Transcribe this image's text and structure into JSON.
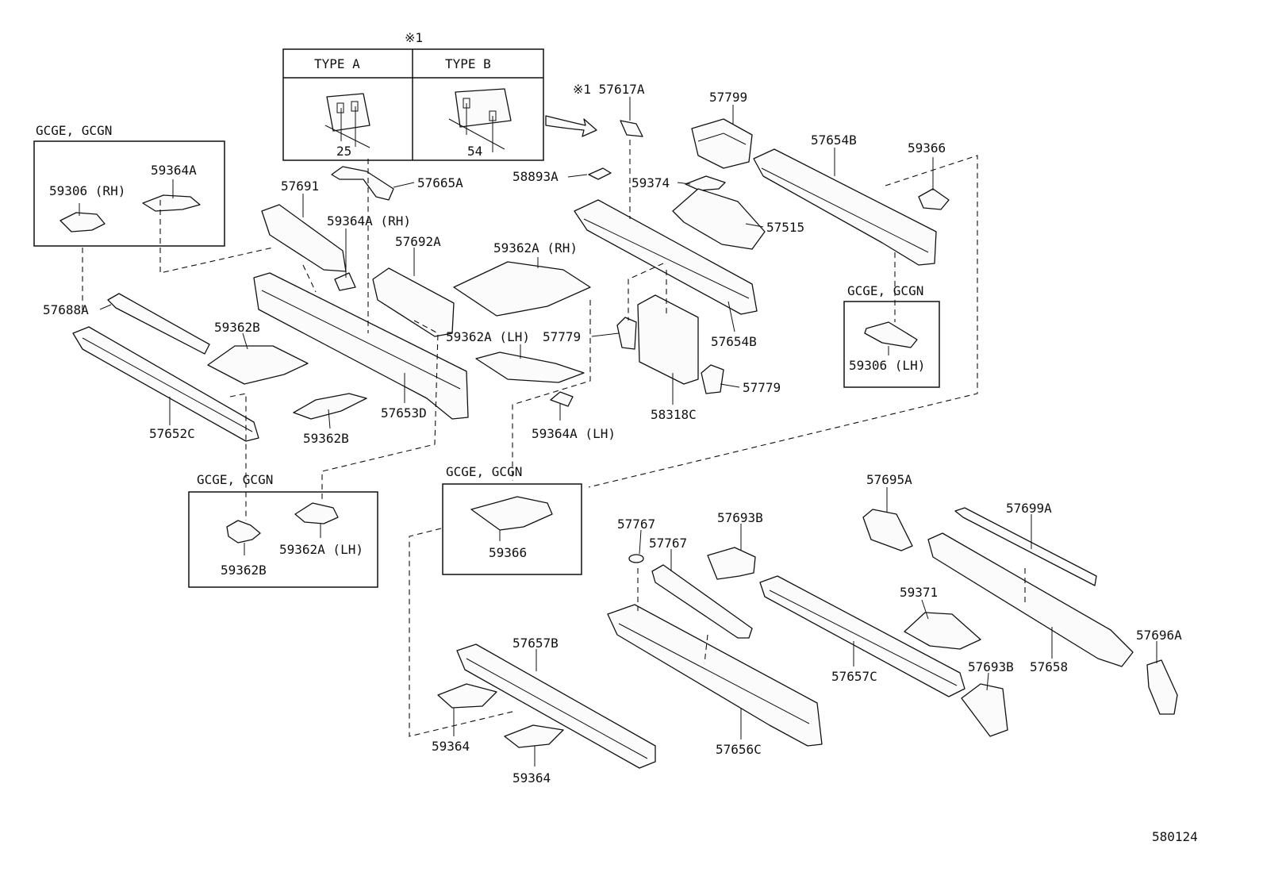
{
  "diagram_code": "580124",
  "type_box": {
    "marker": "※1",
    "type_a": {
      "title": "TYPE A",
      "dimension": "25"
    },
    "type_b": {
      "title": "TYPE B",
      "dimension": "54"
    }
  },
  "group_boxes": [
    {
      "id": "gb1",
      "title": "GCGE, GCGN",
      "parts": [
        "59306 (RH)",
        "59364A"
      ]
    },
    {
      "id": "gb2",
      "title": "GCGE, GCGN",
      "parts": [
        "59306 (LH)"
      ]
    },
    {
      "id": "gb3",
      "title": "GCGE, GCGN",
      "parts": [
        "59362B",
        "59362A (LH)"
      ]
    },
    {
      "id": "gb4",
      "title": "GCGE, GCGN",
      "parts": [
        "59366"
      ]
    }
  ],
  "part_labels": [
    "※1 57617A",
    "57799",
    "57654B",
    "59366",
    "57665A",
    "58893A",
    "59374",
    "57691",
    "59364A (RH)",
    "57515",
    "57692A",
    "59362A (RH)",
    "57688A",
    "59362B",
    "59362A (LH)",
    "57779",
    "57654B",
    "57779",
    "58318C",
    "57653D",
    "57652C",
    "59362B",
    "59364A (LH)",
    "57695A",
    "57699A",
    "57767",
    "57693B",
    "57767",
    "59371",
    "57696A",
    "57657B",
    "57693B",
    "57658",
    "57657C",
    "59364",
    "57656C",
    "59364"
  ]
}
